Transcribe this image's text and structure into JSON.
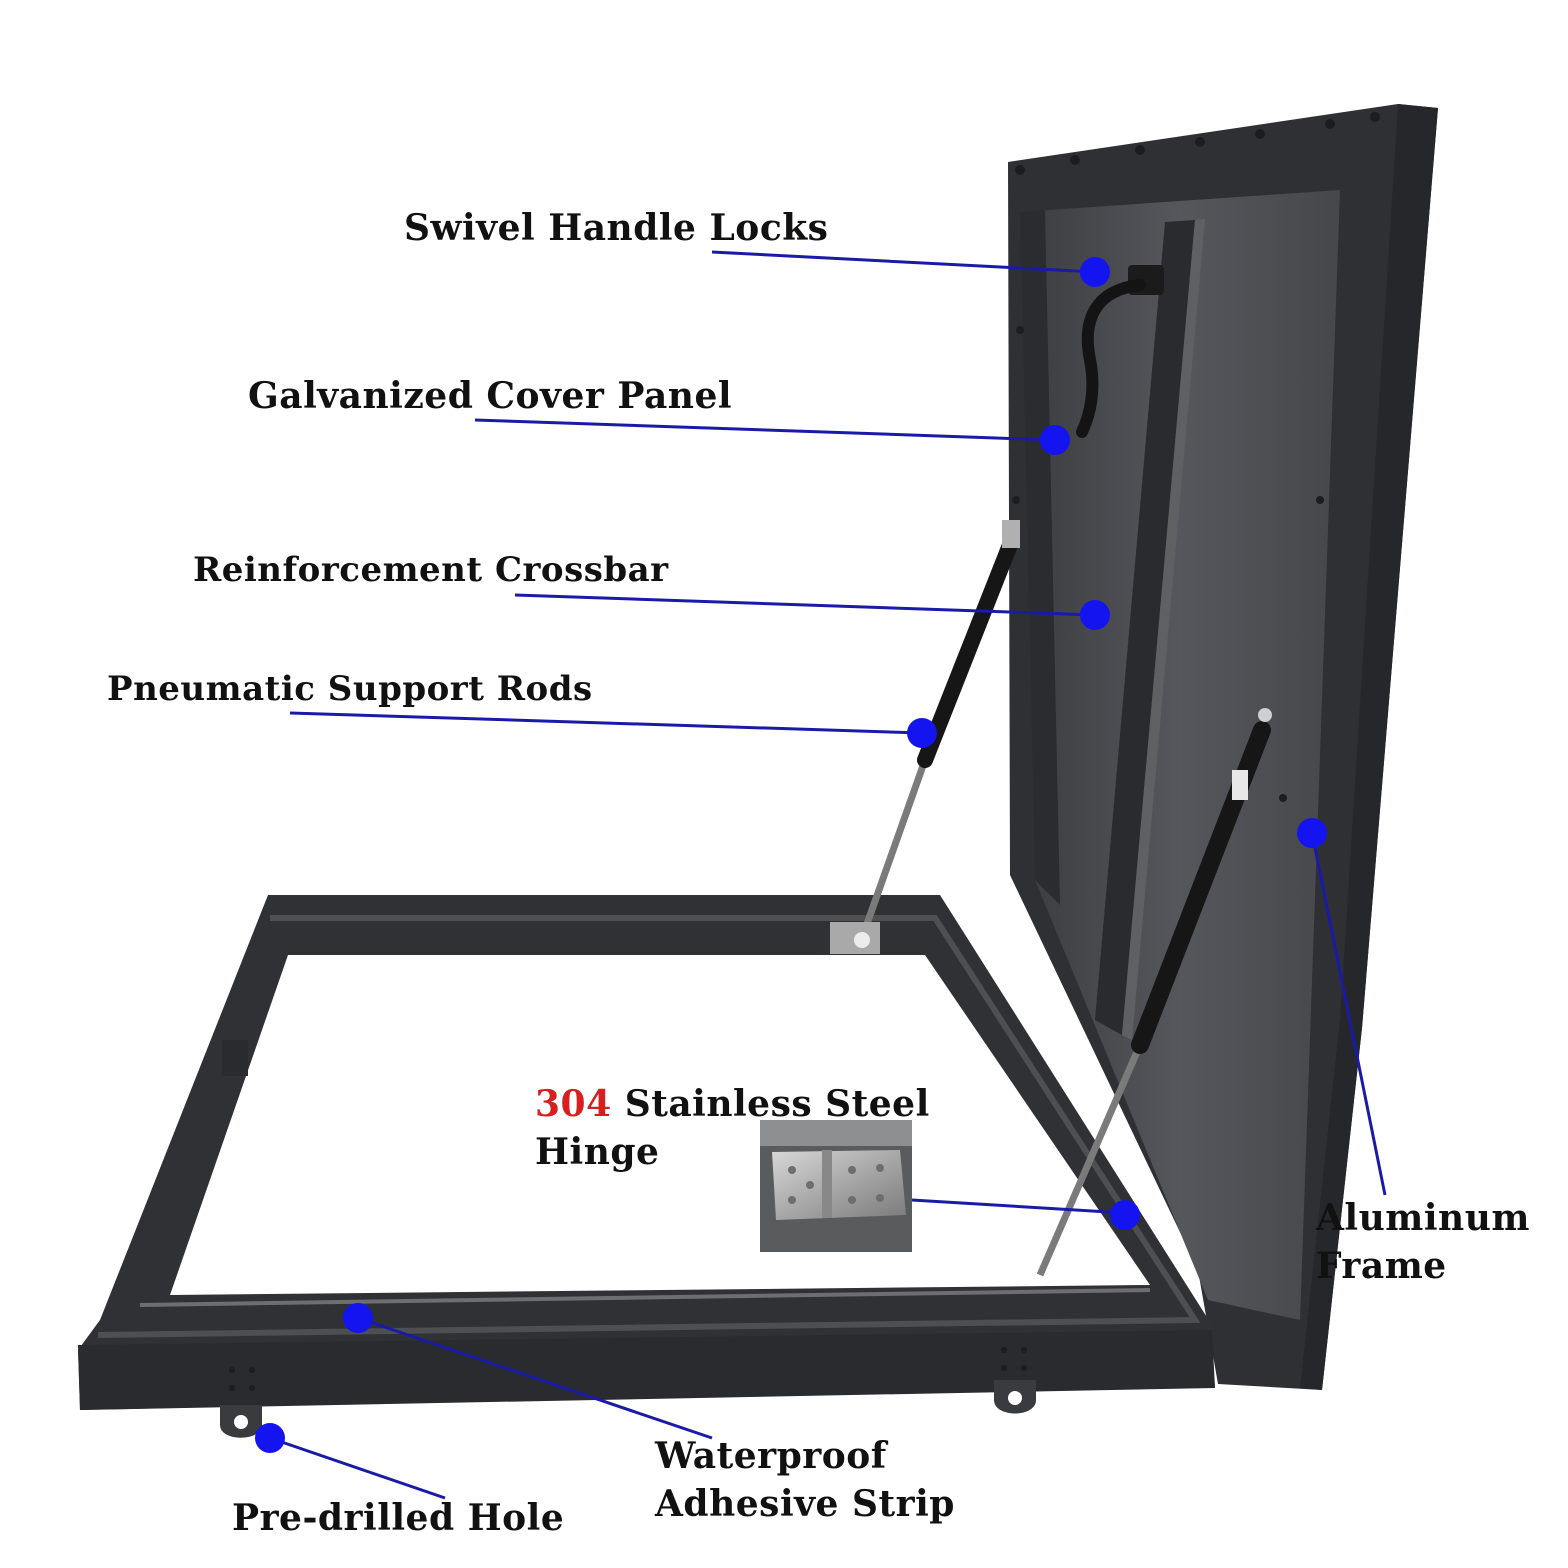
{
  "colors": {
    "callout_line": "#1a1aa8",
    "callout_dot": "#1414f0",
    "label_text": "#111111",
    "highlight_number": "#d81f1f",
    "frame_dark": "#2e2f31",
    "frame_mid": "#3d3e41",
    "panel_face": "#4a4c50",
    "background": "#ffffff"
  },
  "labels": {
    "swivel_handle_locks": "Swivel Handle Locks",
    "galvanized_cover_panel": "Galvanized Cover Panel",
    "reinforcement_crossbar": "Reinforcement Crossbar",
    "pneumatic_support_rods": "Pneumatic Support Rods",
    "hinge_number": "304",
    "hinge_line1_rest": " Stainless Steel",
    "hinge_line2": "Hinge",
    "aluminum_frame_line1": "Aluminum",
    "aluminum_frame_line2": "Frame",
    "waterproof_line1": "Waterproof",
    "waterproof_line2": "Adhesive Strip",
    "pre_drilled_hole": "Pre-drilled Hole"
  }
}
